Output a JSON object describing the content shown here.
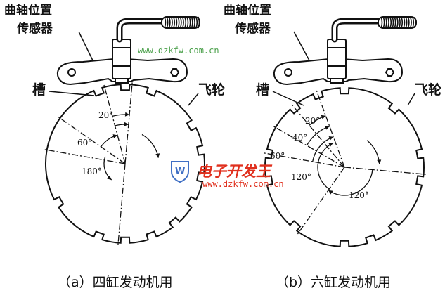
{
  "left": {
    "sensor_line1": "曲轴位置",
    "sensor_line2": "传感器",
    "slot_label": "槽",
    "flywheel_label": "飞轮",
    "angle_20": "20°",
    "angle_60": "60°",
    "angle_180": "180°",
    "caption": "（a）四缸发动机用"
  },
  "right": {
    "sensor_line1": "曲轴位置",
    "sensor_line2": "传感器",
    "slot_label": "槽",
    "flywheel_label": "飞轮",
    "angle_20": "20°",
    "angle_40": "40°",
    "angle_60": "60°",
    "angle_120_left": "120°",
    "angle_120_right": "120°",
    "caption": "（b）六缸发动机用"
  },
  "watermark": {
    "url_top": "www.dzkfw.com.cn",
    "brand": "电子开发王",
    "url_bottom": "www.dzkfw.com.cn",
    "brand_color": "#e0301e",
    "url_color": "#4aa04a"
  }
}
